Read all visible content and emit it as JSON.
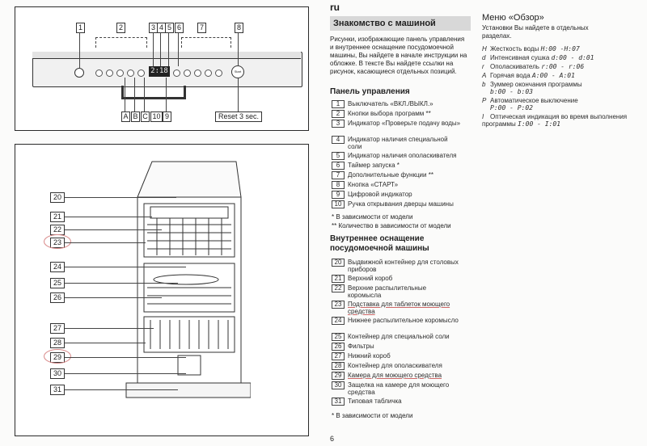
{
  "header": {
    "lang": "ru",
    "section_title": "Знакомство с машиной"
  },
  "intro": "Рисунки, изображающие панель управления и внутреннее оснащение посудомоечной машины, Вы найдете в начале инструкции на обложке. В тексте Вы найдете ссылки на рисунок, касающиеся отдельных позиций.",
  "panel": {
    "title": "Панель управления",
    "items": [
      {
        "n": "1",
        "t": "Выключатель «ВКЛ./ВЫКЛ.»"
      },
      {
        "n": "2",
        "t": "Кнопки выбора программ **"
      },
      {
        "n": "3",
        "t": "Индикатор «Проверьте подачу воды»"
      },
      {
        "n": "4",
        "t": "Индикатор наличия специальной соли"
      },
      {
        "n": "5",
        "t": "Индикатор наличия ополаскивателя"
      },
      {
        "n": "6",
        "t": "Таймер запуска *"
      },
      {
        "n": "7",
        "t": "Дополнительные функции **"
      },
      {
        "n": "8",
        "t": "Кнопка «СТАРТ»"
      },
      {
        "n": "9",
        "t": "Цифровой индикатор"
      },
      {
        "n": "10",
        "t": "Ручка открывания дверцы машины"
      }
    ],
    "note1": "* В зависимости от модели",
    "note2": "** Количество в зависимости от модели"
  },
  "interior": {
    "title": "Внутреннее оснащение посудомоечной машины",
    "items": [
      {
        "n": "20",
        "t": "Выдвижной контейнер для столовых приборов"
      },
      {
        "n": "21",
        "t": "Верхний короб"
      },
      {
        "n": "22",
        "t": "Верхние распылительные коромысла"
      },
      {
        "n": "23",
        "t": "Подставка для таблеток моющего средства"
      },
      {
        "n": "24",
        "t": "Нижнее распылительное коромысло"
      },
      {
        "n": "25",
        "t": "Контейнер для специальной соли"
      },
      {
        "n": "26",
        "t": "Фильтры"
      },
      {
        "n": "27",
        "t": "Нижний короб"
      },
      {
        "n": "28",
        "t": "Контейнер для ополаскивателя"
      },
      {
        "n": "29",
        "t": "Камера для моющего средства"
      },
      {
        "n": "30",
        "t": "Защелка на камере для моющего средства"
      },
      {
        "n": "31",
        "t": "Типовая табличка"
      }
    ],
    "note": "* В зависимости от модели"
  },
  "menu": {
    "title": "Меню «Обзор»",
    "subtitle": "Установки Вы найдете в отдельных разделах.",
    "rows": [
      {
        "k": "H",
        "t": "Жесткость воды",
        "v": "H:00 -H:07"
      },
      {
        "k": "d",
        "t": "Интенсивная сушка",
        "v": "d:00 - d:01"
      },
      {
        "k": "r",
        "t": "Ополаскиватель",
        "v": "r:00 - r:06"
      },
      {
        "k": "A",
        "t": "Горячая вода",
        "v": "A:00 - A:01"
      },
      {
        "k": "b",
        "t": "Зуммер окончания программы",
        "v": "b:00 - b:03"
      },
      {
        "k": "P",
        "t": "Автоматическое выключение",
        "v": "P:00 - P:02"
      },
      {
        "k": "I",
        "t": "Оптическая индикация во время выполнения программы",
        "v": "I:00 - I:01"
      }
    ]
  },
  "figure_top": {
    "labels_top": [
      "1",
      "2",
      "3",
      "4",
      "5",
      "6",
      "7",
      "8"
    ],
    "labels_bottom": [
      "A",
      "B",
      "C",
      "10",
      "9"
    ],
    "display": "2:18",
    "start_label": "Start",
    "reset": "Reset 3 sec."
  },
  "figure_main": {
    "labels": [
      "20",
      "21",
      "22",
      "23",
      "24",
      "25",
      "26",
      "27",
      "28",
      "29",
      "30",
      "31"
    ]
  },
  "page_number": "6"
}
